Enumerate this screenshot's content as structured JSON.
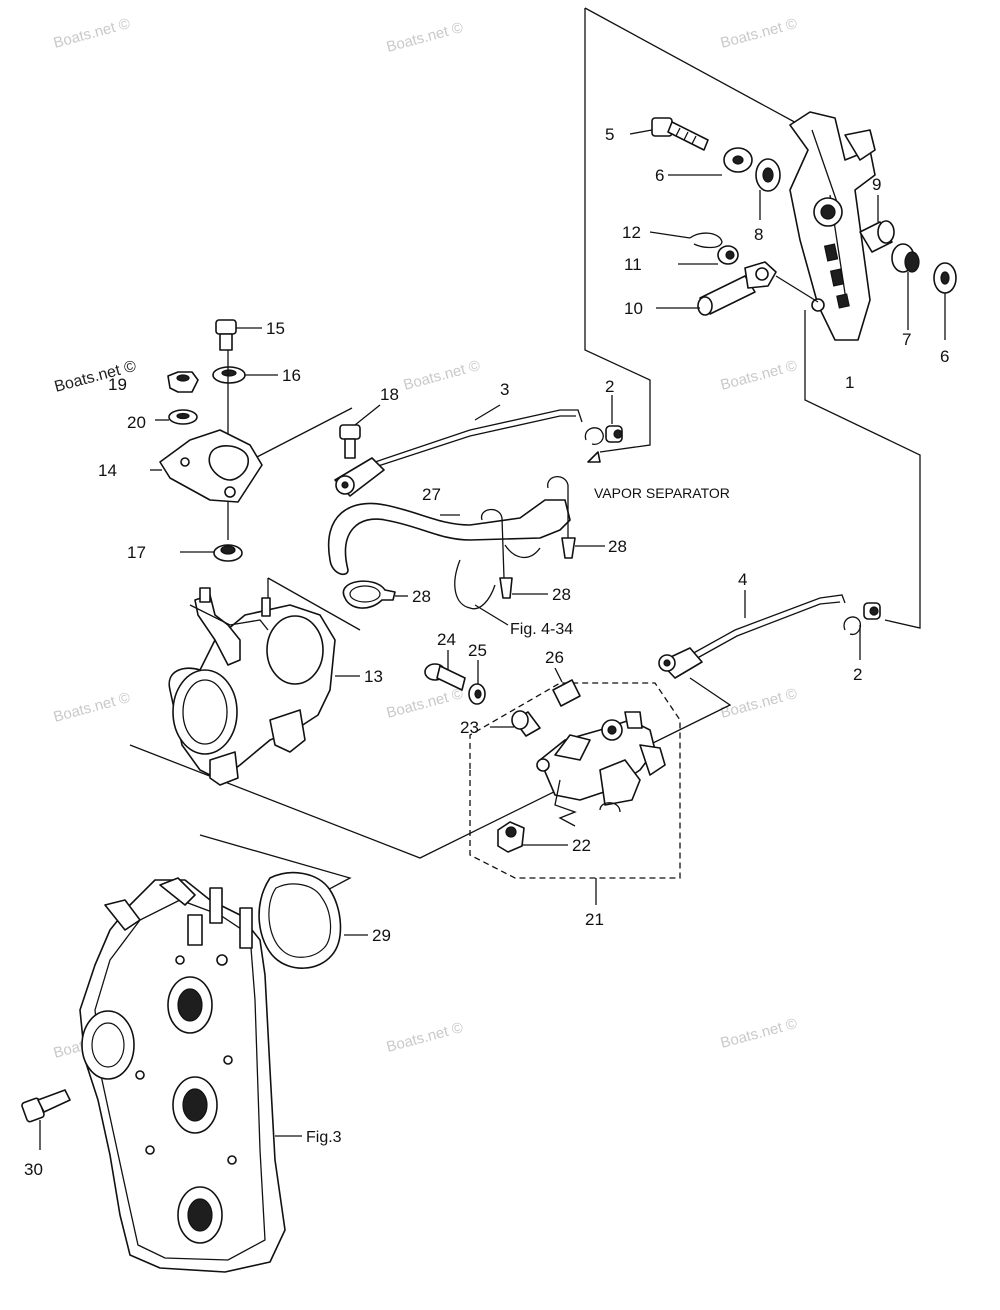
{
  "watermarks": {
    "text": "Boats.net ©",
    "dark_text": "Boats.net ©"
  },
  "callouts": {
    "c1": "1",
    "c2a": "2",
    "c2b": "2",
    "c3": "3",
    "c4": "4",
    "c5": "5",
    "c6a": "6",
    "c6b": "6",
    "c7": "7",
    "c8": "8",
    "c9": "9",
    "c10": "10",
    "c11": "11",
    "c12": "12",
    "c13": "13",
    "c14": "14",
    "c15": "15",
    "c16": "16",
    "c17": "17",
    "c18": "18",
    "c19": "19",
    "c20": "20",
    "c21": "21",
    "c22": "22",
    "c23": "23",
    "c24": "24",
    "c25": "25",
    "c26": "26",
    "c27": "27",
    "c28a": "28",
    "c28b": "28",
    "c28c": "28",
    "c29": "29",
    "c30": "30"
  },
  "references": {
    "vapor_separator": "VAPOR SEPARATOR",
    "fig_4_34": "Fig. 4-34",
    "fig_3": "Fig.3"
  },
  "colors": {
    "line": "#111111",
    "watermark": "#c9c9c9",
    "background": "#ffffff"
  }
}
